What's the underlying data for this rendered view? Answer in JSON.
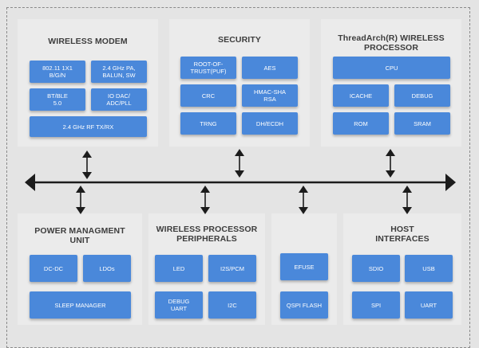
{
  "sections": {
    "wireless_modem": {
      "title": "WIRELESS MODEM",
      "blocks": [
        "802.11 1X1\nB/G/N",
        "2.4 GHz PA,\nBALUN, SW",
        "BT/BLE\n5.0",
        "IO DAC/\nADC/PLL",
        "2.4 GHz RF TX/RX"
      ]
    },
    "security": {
      "title": "SECURITY",
      "blocks": [
        "ROOT-OF-\nTRUST(PUF)",
        "AES",
        "CRC",
        "HMAC-SHA\nRSA",
        "TRNG",
        "DH/ECDH"
      ]
    },
    "processor": {
      "title": "ThreadArch(R) WIRELESS\nPROCESSOR",
      "blocks": [
        "CPU",
        "ICACHE",
        "DEBUG",
        "ROM",
        "SRAM"
      ]
    },
    "power": {
      "title": "POWER MANAGMENT\nUNIT",
      "blocks": [
        "DC-DC",
        "LDOs",
        "SLEEP MANAGER"
      ]
    },
    "peripherals": {
      "title": "WIRELESS PROCESSOR\nPERIPHERALS",
      "blocks": [
        "LED",
        "I2S/PCM",
        "DEBUG\nUART",
        "I2C"
      ]
    },
    "storage": {
      "blocks": [
        "EFUSE",
        "QSPI FLASH"
      ]
    },
    "host": {
      "title": "HOST\nINTERFACES",
      "blocks": [
        "SDIO",
        "USB",
        "SPI",
        "UART"
      ]
    }
  },
  "colors": {
    "block": "#4a88da",
    "block_text": "#ffffff",
    "panel": "#ebebeb",
    "background": "#e4e4e4",
    "bus": "#1c1c1c",
    "title": "#3d3d3d"
  }
}
